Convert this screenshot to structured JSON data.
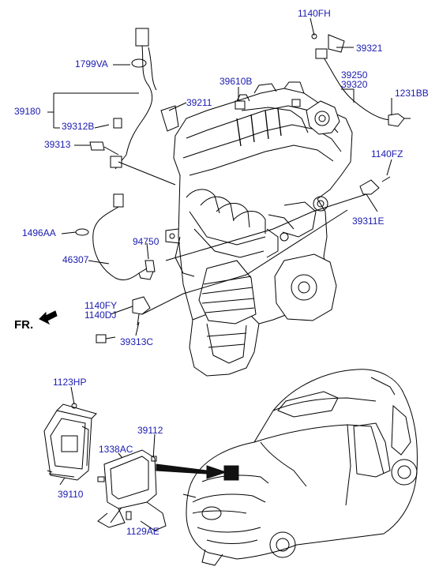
{
  "diagram": {
    "orientation_label": "FR.",
    "label_color": "#1a1ab0",
    "line_color": "#000000",
    "part_labels": [
      {
        "id": "p1140FH",
        "text": "1140FH"
      },
      {
        "id": "p39321",
        "text": "39321"
      },
      {
        "id": "p1799VA",
        "text": "1799VA"
      },
      {
        "id": "p39250",
        "text": "39250"
      },
      {
        "id": "p39320",
        "text": "39320"
      },
      {
        "id": "p39610B",
        "text": "39610B"
      },
      {
        "id": "p1231BB",
        "text": "1231BB"
      },
      {
        "id": "p39180",
        "text": "39180"
      },
      {
        "id": "p39211",
        "text": "39211"
      },
      {
        "id": "p39312B",
        "text": "39312B"
      },
      {
        "id": "p39313",
        "text": "39313"
      },
      {
        "id": "p1140FZ",
        "text": "1140FZ"
      },
      {
        "id": "p39311E",
        "text": "39311E"
      },
      {
        "id": "p1496AA",
        "text": "1496AA"
      },
      {
        "id": "p94750",
        "text": "94750"
      },
      {
        "id": "p46307",
        "text": "46307"
      },
      {
        "id": "p1140FY",
        "text": "1140FY"
      },
      {
        "id": "p1140DJ",
        "text": "1140DJ"
      },
      {
        "id": "p39313C",
        "text": "39313C"
      },
      {
        "id": "p1123HP",
        "text": "1123HP"
      },
      {
        "id": "p39112",
        "text": "39112"
      },
      {
        "id": "p1338AC",
        "text": "1338AC"
      },
      {
        "id": "p39110",
        "text": "39110"
      },
      {
        "id": "p1129AE",
        "text": "1129AE"
      }
    ]
  }
}
